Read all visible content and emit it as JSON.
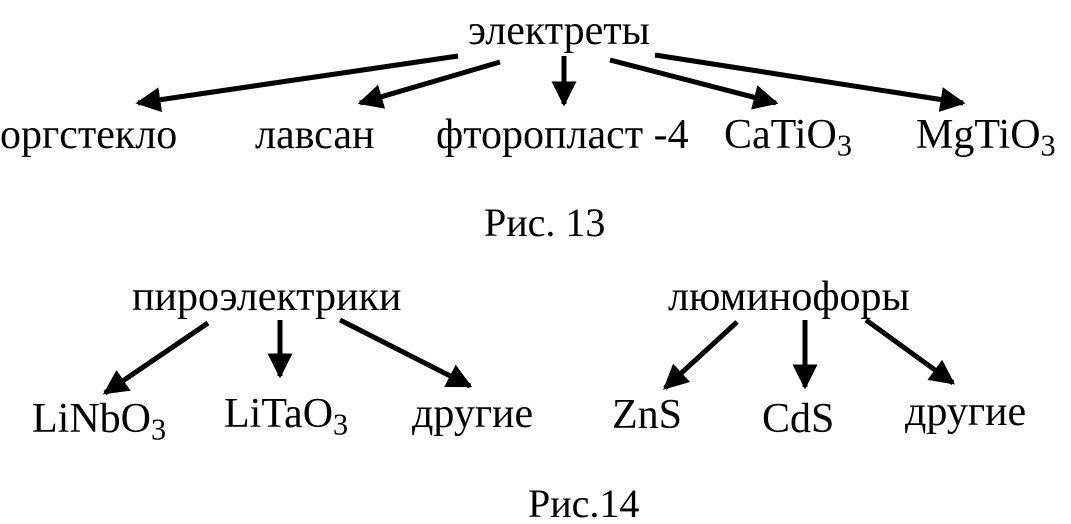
{
  "figure13": {
    "root": "электреты",
    "children": [
      {
        "text": "оргстекло"
      },
      {
        "text": "лавсан"
      },
      {
        "text": "фторопласт -4"
      },
      {
        "text": "CaTiO",
        "sub": "3"
      },
      {
        "text": "MgTiO",
        "sub": "3"
      }
    ],
    "caption": "Рис. 13"
  },
  "figure14": {
    "left": {
      "root": "пироэлектрики",
      "children": [
        {
          "text": "LiNbO",
          "sub": "3"
        },
        {
          "text": "LiTaO",
          "sub": "3"
        },
        {
          "text": "другие"
        }
      ]
    },
    "right": {
      "root": "люминофоры",
      "children": [
        {
          "text": "ZnS"
        },
        {
          "text": "CdS"
        },
        {
          "text": "другие"
        }
      ]
    },
    "caption": "Рис.14"
  }
}
